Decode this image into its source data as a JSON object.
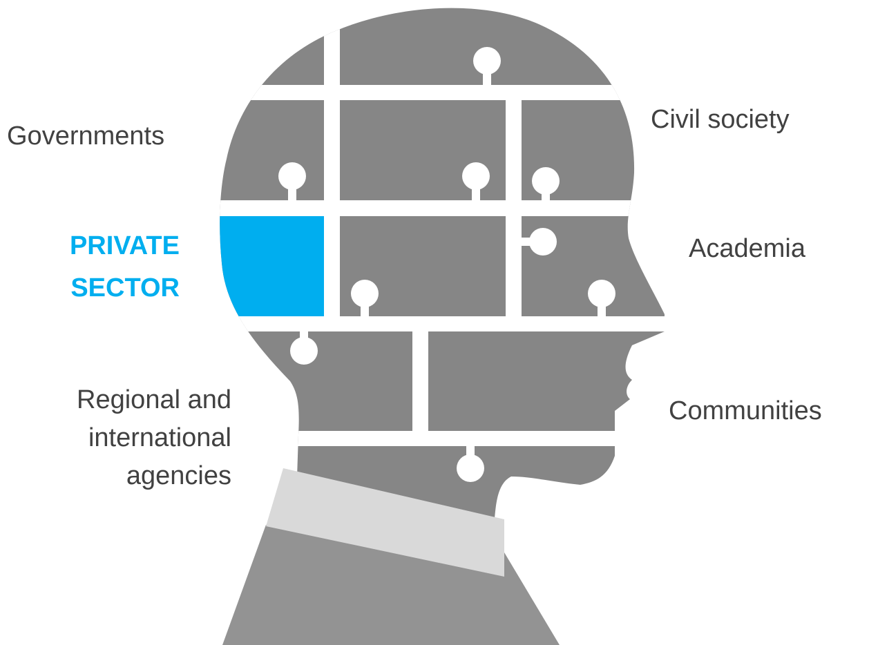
{
  "colors": {
    "piece": "#868686",
    "highlight": "#00aeef",
    "collar": "#d9d9d9",
    "body": "#939393",
    "text": "#414141",
    "gap": "#ffffff"
  },
  "labels": {
    "governments": "Governments",
    "civil_society": "Civil society",
    "private_sector": {
      "line1": "PRIVATE",
      "line2": "SECTOR"
    },
    "academia": "Academia",
    "regional": {
      "line1": "Regional and",
      "line2": "international",
      "line3": "agencies"
    },
    "communities": "Communities"
  },
  "icons": {
    "head": "head-profile-silhouette",
    "puzzle": "jigsaw-puzzle-pieces"
  },
  "highlighted_piece": "private_sector"
}
